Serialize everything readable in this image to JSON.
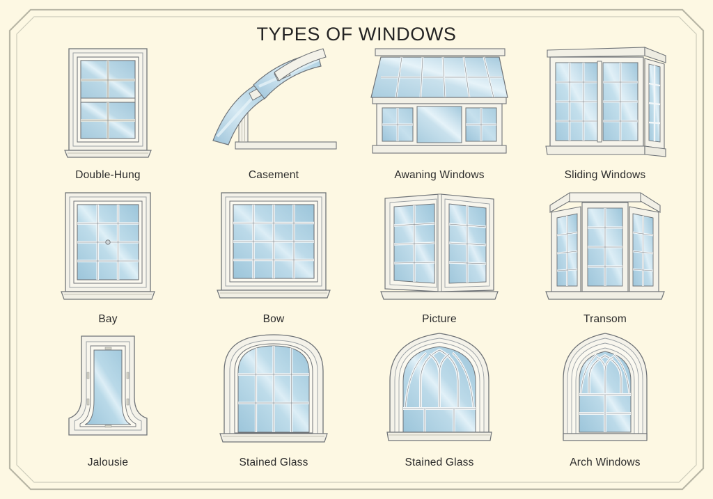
{
  "poster": {
    "title": "TYPES OF WINDOWS",
    "background_color": "#fdf8e3",
    "border_color": "#b9b7a6",
    "title_color": "#232323",
    "label_color": "#2a2a2a"
  },
  "palette": {
    "glass_light": "#cfe3ef",
    "glass_mid": "#a8cbdd",
    "glass_deep": "#8fbdd3",
    "glass_highlight": "#dff0f7",
    "frame_fill": "#f4f2e9",
    "frame_stroke": "#6f7377",
    "frame_stroke_light": "#9aa0a4",
    "mullion": "#eceade"
  },
  "rows": [
    {
      "row_index": 1,
      "items": [
        {
          "id": "double-hung",
          "label": "Double-Hung",
          "panes": "2 x 2 upper sash, 2 x 2 lower sash",
          "shape": "rectangular with sill"
        },
        {
          "id": "casement",
          "label": "Casement",
          "panes": "single tilted sash",
          "shape": "angled open sash on base rail"
        },
        {
          "id": "awaning-windows",
          "label": "Awaning Windows",
          "panes": "6 slanted roof panels, 2 side sashes of 2 x 2, 1 central picture pane",
          "shape": "projecting awning canopy"
        },
        {
          "id": "sliding-windows",
          "label": "Sliding Windows",
          "panes": "3 x 4 left sash, 2 x 4 right sash, 1 x 4 return panel",
          "shape": "bay with angled return"
        }
      ]
    },
    {
      "row_index": 2,
      "items": [
        {
          "id": "bay",
          "label": "Bay",
          "panes": "3 x 4 grid with centre latch",
          "shape": "rectangular with sill"
        },
        {
          "id": "bow",
          "label": "Bow",
          "panes": "4 x 4 grid",
          "shape": "rectangular with sill"
        },
        {
          "id": "picture",
          "label": "Picture",
          "panes": "two sashes of 2 x 4",
          "shape": "paired casement with centre mullion"
        },
        {
          "id": "transom",
          "label": "Transom",
          "panes": "three sashes of 2 x 4",
          "shape": "angled bay with cornice"
        }
      ]
    },
    {
      "row_index": 3,
      "items": [
        {
          "id": "jalousie",
          "label": "Jalousie",
          "panes": "single flared pane",
          "shape": "bell / flared profile with concentric frames"
        },
        {
          "id": "stained-glass-arched",
          "label": "Stained Glass",
          "panes": "4 x 3 grid under round arch",
          "shape": "round-arched top with sill"
        },
        {
          "id": "stained-glass-gothic",
          "label": "Stained Glass",
          "panes": "3 lancet tracery lights over 3 rectangular panes",
          "shape": "pointed gothic arch"
        },
        {
          "id": "arch-windows",
          "label": "Arch Windows",
          "panes": "2 x 2 lower grid under tracery head",
          "shape": "tall pointed gothic arch with concentric mouldings"
        }
      ]
    }
  ]
}
